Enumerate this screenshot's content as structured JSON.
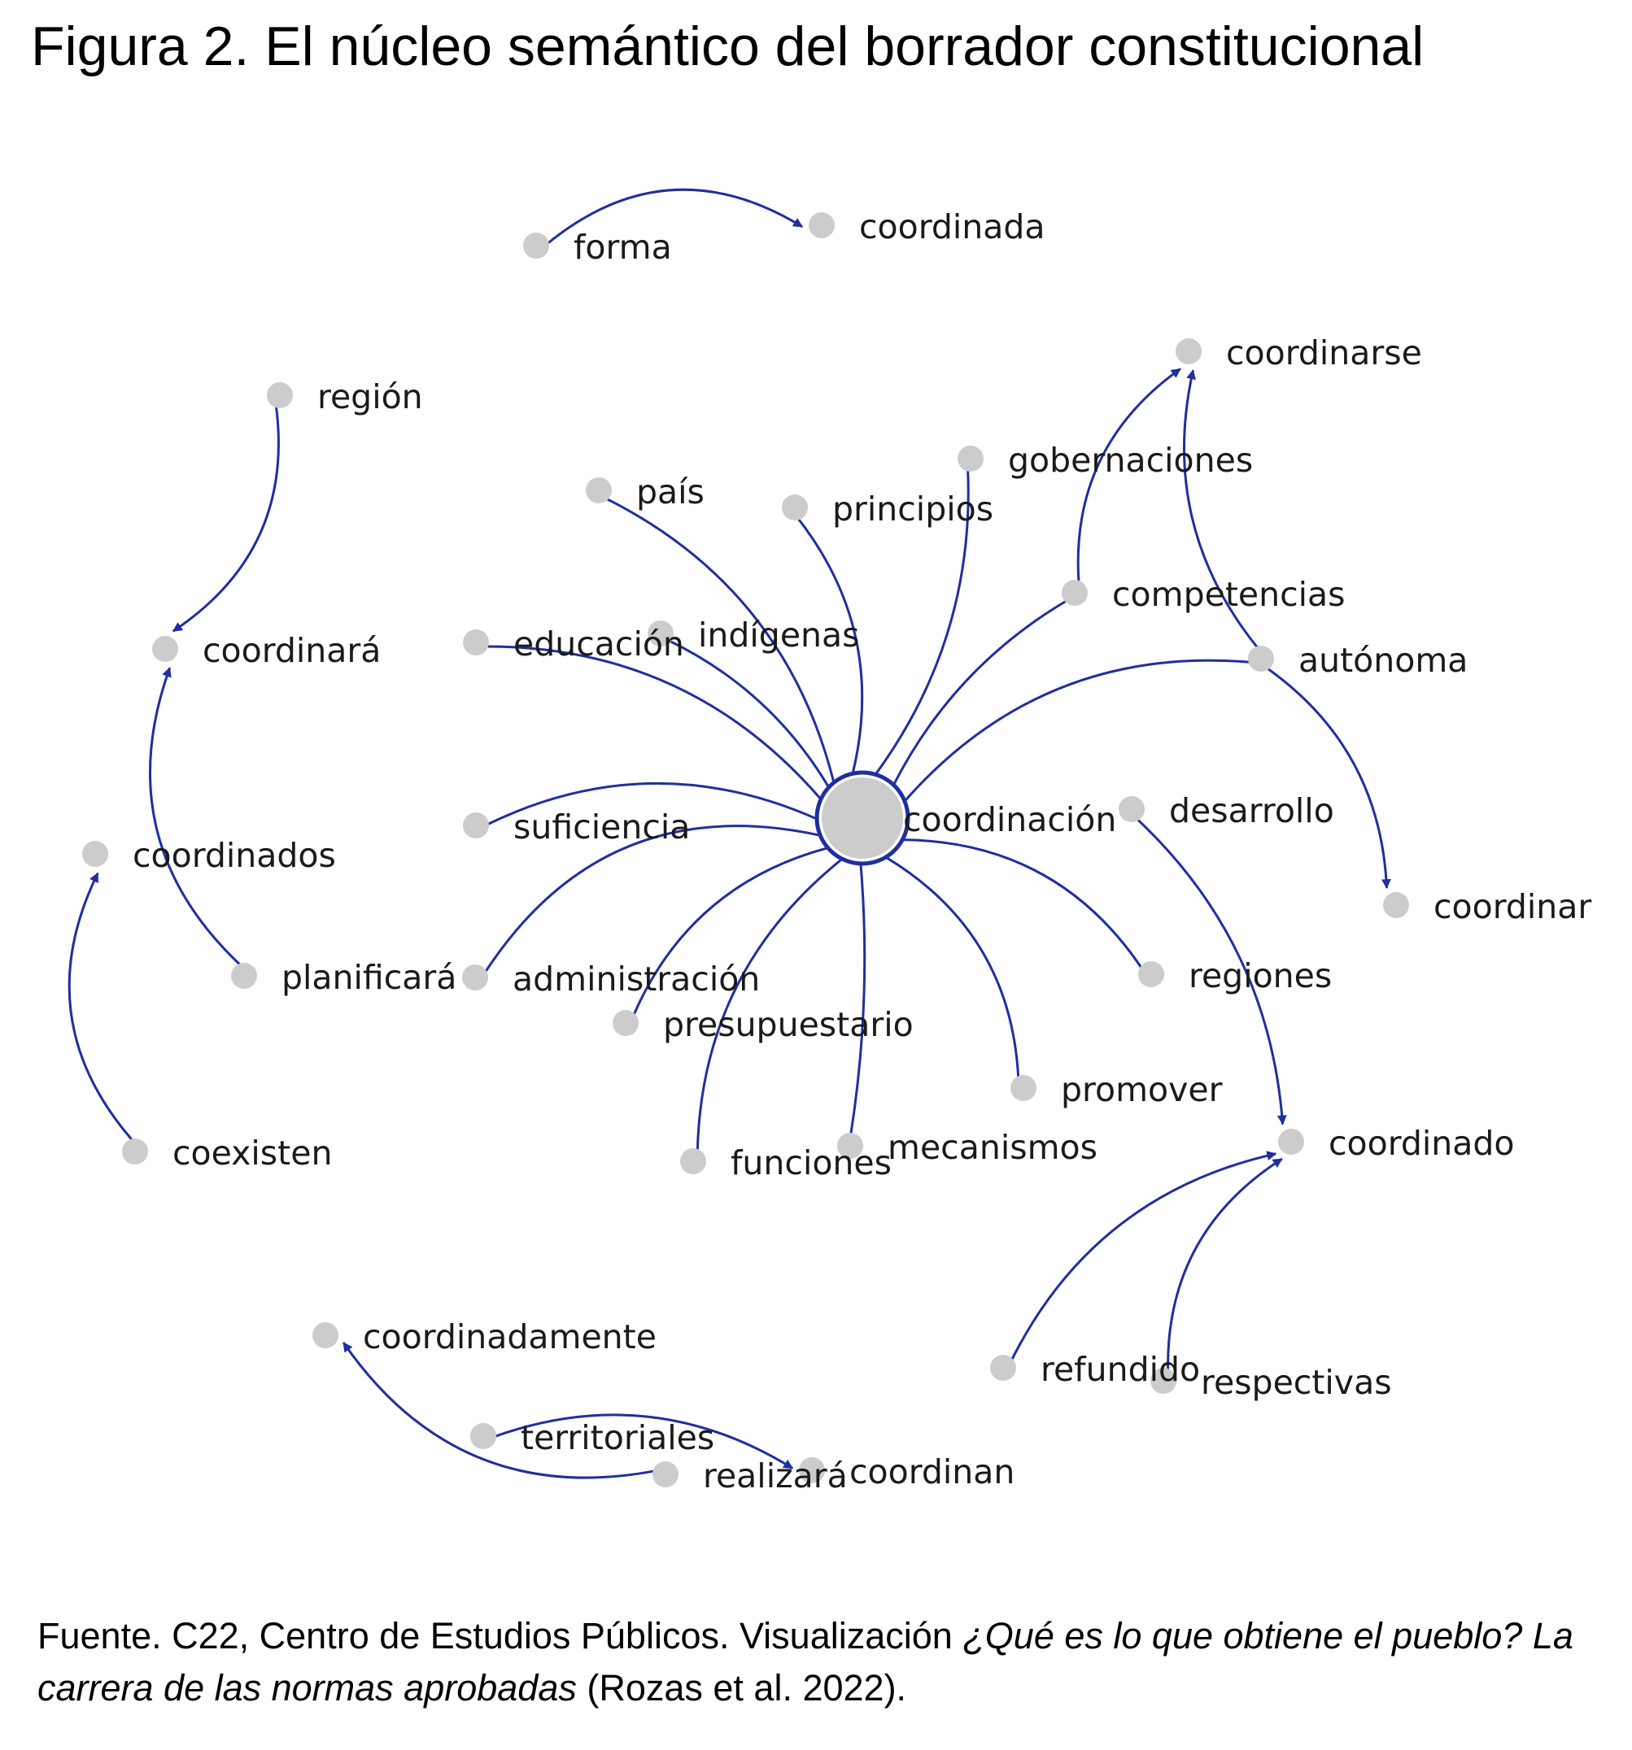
{
  "figure": {
    "title": "Figura 2. El núcleo semántico del borrador constitucional",
    "caption": {
      "prefix": "Fuente. C22, Centro de Estudios Públicos. Visualización ",
      "italic": "¿Qué es lo que obtiene el pueblo? La carrera de las normas aprobadas",
      "suffix": " (Rozas et al. 2022)."
    }
  },
  "colors": {
    "edge": "#1f2ea0",
    "node_fill": "#cccccc",
    "label": "#1a1a1a"
  },
  "graph": {
    "central_node": {
      "id": "coordinacion",
      "label": "coordinación"
    },
    "nodes": [
      {
        "id": "forma",
        "label": "forma"
      },
      {
        "id": "coordinada",
        "label": "coordinada"
      },
      {
        "id": "coordinarse",
        "label": "coordinarse"
      },
      {
        "id": "region",
        "label": "región"
      },
      {
        "id": "gobernaciones",
        "label": "gobernaciones"
      },
      {
        "id": "pais",
        "label": "país"
      },
      {
        "id": "principios",
        "label": "principios"
      },
      {
        "id": "competencias",
        "label": "competencias"
      },
      {
        "id": "coordinara",
        "label": "coordinará"
      },
      {
        "id": "educacion",
        "label": "educación"
      },
      {
        "id": "indigenas",
        "label": "indígenas"
      },
      {
        "id": "autonoma",
        "label": "autónoma"
      },
      {
        "id": "suficiencia",
        "label": "suficiencia"
      },
      {
        "id": "desarrollo",
        "label": "desarrollo"
      },
      {
        "id": "coordinados",
        "label": "coordinados"
      },
      {
        "id": "coordinar",
        "label": "coordinar"
      },
      {
        "id": "planificara",
        "label": "planificará"
      },
      {
        "id": "administracion",
        "label": "administración"
      },
      {
        "id": "regiones",
        "label": "regiones"
      },
      {
        "id": "presupuestario",
        "label": "presupuestario"
      },
      {
        "id": "promover",
        "label": "promover"
      },
      {
        "id": "coexisten",
        "label": "coexisten"
      },
      {
        "id": "funciones",
        "label": "funciones"
      },
      {
        "id": "mecanismos",
        "label": "mecanismos"
      },
      {
        "id": "coordinado",
        "label": "coordinado"
      },
      {
        "id": "coordinadamente",
        "label": "coordinadamente"
      },
      {
        "id": "refundido",
        "label": "refundido"
      },
      {
        "id": "respectivas",
        "label": "respectivas"
      },
      {
        "id": "territoriales",
        "label": "territoriales"
      },
      {
        "id": "realiza",
        "label": "realizará"
      },
      {
        "id": "coordinan",
        "label": "coordinan"
      }
    ],
    "edges": [
      {
        "source": "forma",
        "target": "coordinada"
      },
      {
        "source": "region",
        "target": "coordinara"
      },
      {
        "source": "planificara",
        "target": "coordinara"
      },
      {
        "source": "coexisten",
        "target": "coordinados"
      },
      {
        "source": "competencias",
        "target": "coordinarse"
      },
      {
        "source": "autonoma",
        "target": "coordinarse"
      },
      {
        "source": "autonoma",
        "target": "coordinar"
      },
      {
        "source": "desarrollo",
        "target": "coordinado"
      },
      {
        "source": "refundido",
        "target": "coordinado"
      },
      {
        "source": "respectivas",
        "target": "coordinado"
      },
      {
        "source": "territoriales",
        "target": "coordinan"
      },
      {
        "source": "realiza",
        "target": "coordinadamente"
      },
      {
        "source": "pais",
        "target": "coordinacion"
      },
      {
        "source": "principios",
        "target": "coordinacion"
      },
      {
        "source": "gobernaciones",
        "target": "coordinacion"
      },
      {
        "source": "competencias",
        "target": "coordinacion"
      },
      {
        "source": "educacion",
        "target": "coordinacion"
      },
      {
        "source": "indigenas",
        "target": "coordinacion"
      },
      {
        "source": "autonoma",
        "target": "coordinacion"
      },
      {
        "source": "suficiencia",
        "target": "coordinacion"
      },
      {
        "source": "administracion",
        "target": "coordinacion"
      },
      {
        "source": "presupuestario",
        "target": "coordinacion"
      },
      {
        "source": "funciones",
        "target": "coordinacion"
      },
      {
        "source": "mecanismos",
        "target": "coordinacion"
      },
      {
        "source": "promover",
        "target": "coordinacion"
      },
      {
        "source": "regiones",
        "target": "coordinacion"
      }
    ]
  }
}
